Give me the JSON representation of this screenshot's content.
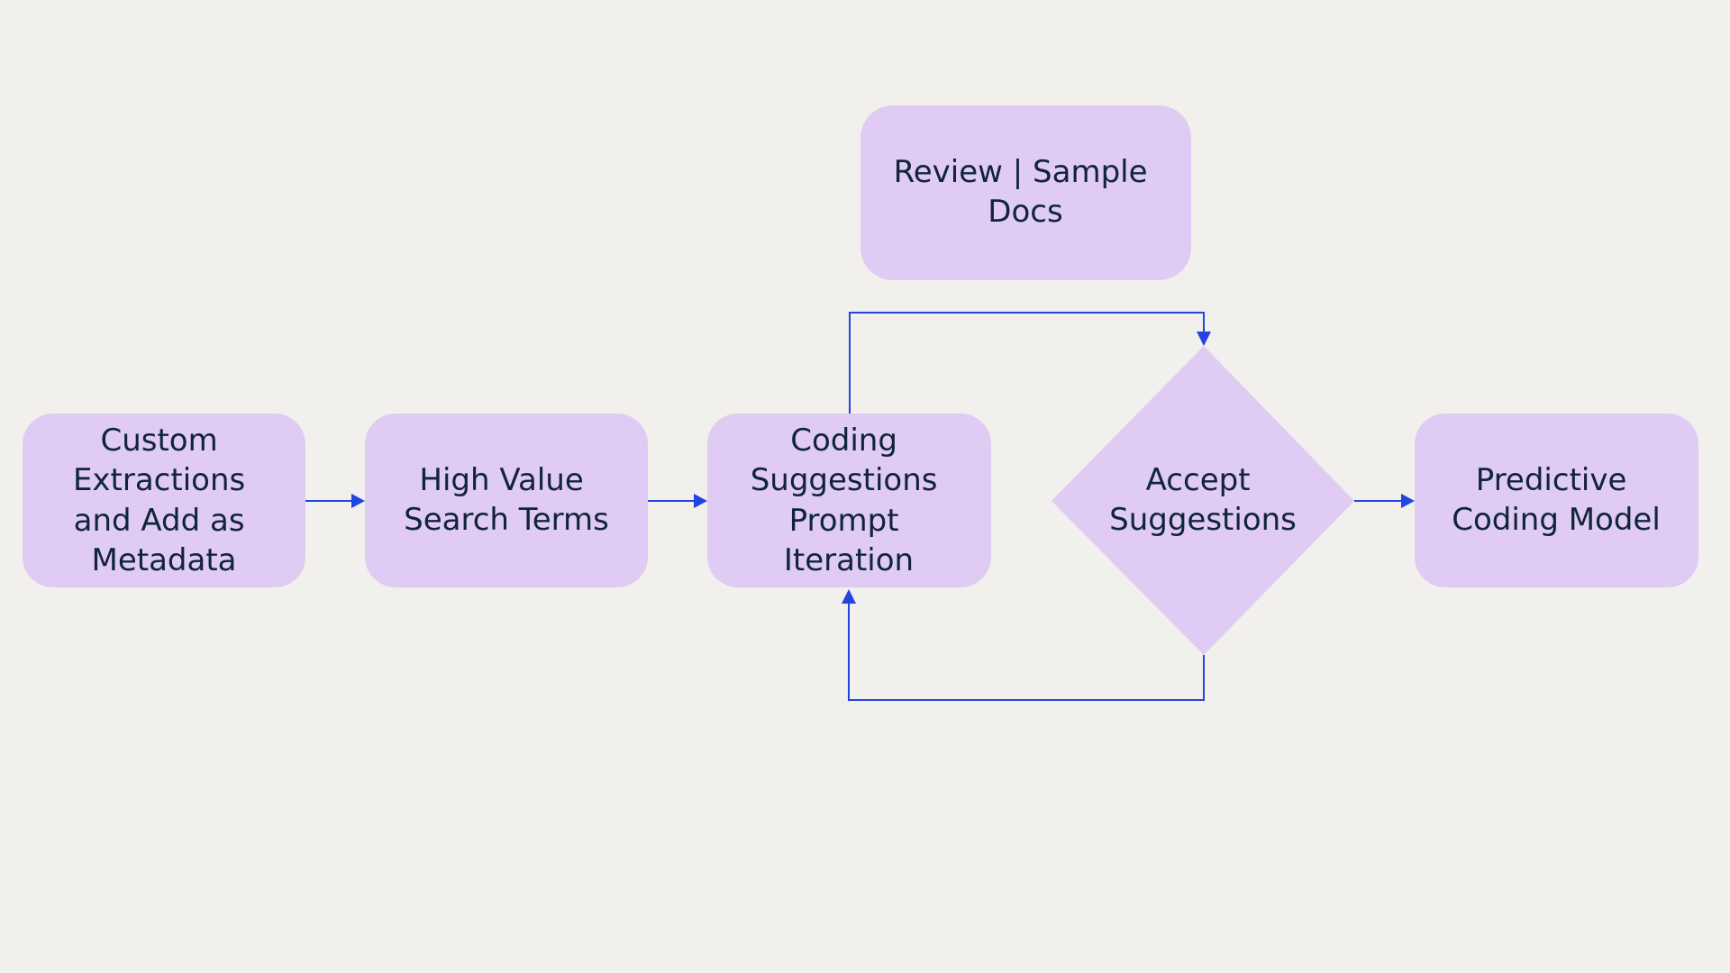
{
  "diagram": {
    "colors": {
      "background": "#f1f0ec",
      "node_fill": "#dfcbf3",
      "text": "#10243a",
      "connector": "#2244e0"
    },
    "nodes": [
      {
        "id": "custom-extractions",
        "shape": "rounded-rectangle",
        "lines": [
          "Custom",
          "Extractions",
          "and Add as",
          "Metadata"
        ]
      },
      {
        "id": "high-value-search-terms",
        "shape": "rounded-rectangle",
        "lines": [
          "High Value",
          "Search Terms"
        ]
      },
      {
        "id": "coding-suggestions-prompt-iteration",
        "shape": "rounded-rectangle",
        "lines": [
          "Coding",
          "Suggestions",
          "Prompt",
          "Iteration"
        ]
      },
      {
        "id": "review-sample-docs",
        "shape": "rounded-rectangle",
        "lines": [
          "Review | Sample",
          "Docs"
        ]
      },
      {
        "id": "accept-suggestions",
        "shape": "diamond",
        "lines": [
          "Accept",
          "Suggestions"
        ]
      },
      {
        "id": "predictive-coding-model",
        "shape": "rounded-rectangle",
        "lines": [
          "Predictive",
          "Coding Model"
        ]
      }
    ],
    "edges": [
      {
        "from": "custom-extractions",
        "to": "high-value-search-terms"
      },
      {
        "from": "high-value-search-terms",
        "to": "coding-suggestions-prompt-iteration"
      },
      {
        "from": "coding-suggestions-prompt-iteration",
        "to": "accept-suggestions"
      },
      {
        "from": "accept-suggestions",
        "to": "coding-suggestions-prompt-iteration"
      },
      {
        "from": "accept-suggestions",
        "to": "predictive-coding-model"
      }
    ]
  }
}
